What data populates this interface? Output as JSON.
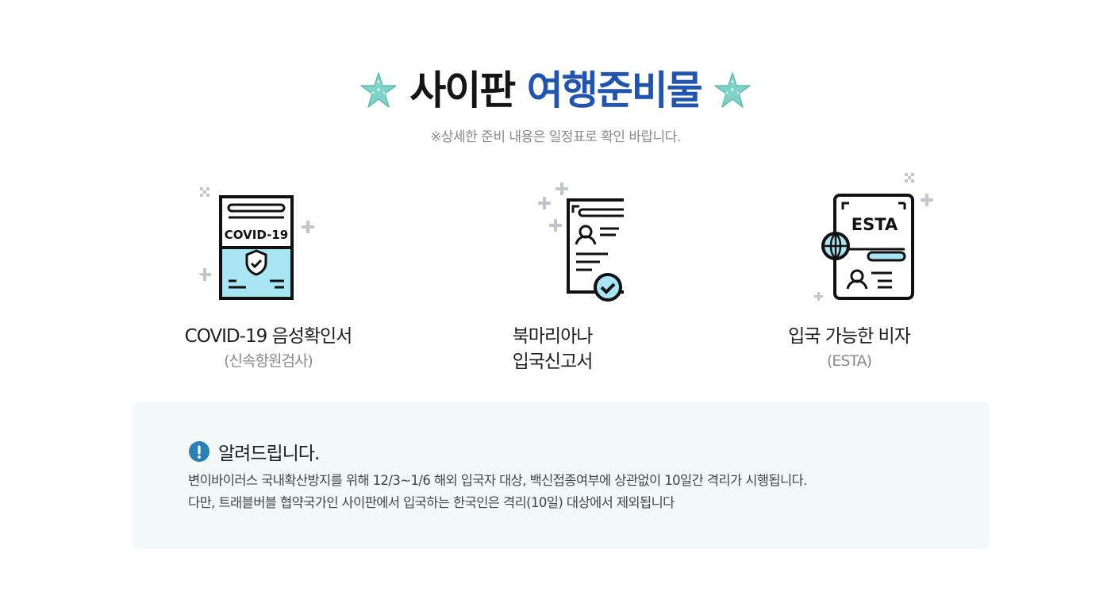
{
  "header": {
    "title_part1": "사이판",
    "title_part2": "여행준비물",
    "subtitle": "※상세한 준비 내용은 일정표로 확인 바랍니다."
  },
  "items": [
    {
      "name": "COVID-19 음성확인서",
      "note": "(신속항원검사)",
      "icon_label": "COVID-19",
      "icon": "covid-certificate-icon"
    },
    {
      "name_line1": "북마리아나",
      "name_line2": "입국신고서",
      "icon": "entry-form-stamp-icon"
    },
    {
      "name": "입국 가능한 비자",
      "note": "(ESTA)",
      "icon_label": "ESTA",
      "icon": "esta-visa-icon"
    }
  ],
  "notice": {
    "title": "알려드립니다.",
    "line1": "변이바이러스 국내확산방지를 위해 12/3~1/6 해외 입국자 대상, 백신접종여부에 상관없이 10일간 격리가 시행됩니다.",
    "line2": "다만,  트래블버블 협약국가인 사이판에서 입국하는 한국인은 격리(10일) 대상에서 제외됩니다"
  },
  "colors": {
    "accent_blue": "#1f55ae",
    "star_teal": "#7fd3c8",
    "icon_cyan": "#a8e6f3",
    "alert_blue": "#2a7fb4",
    "notice_bg": "#f3f8f9"
  }
}
